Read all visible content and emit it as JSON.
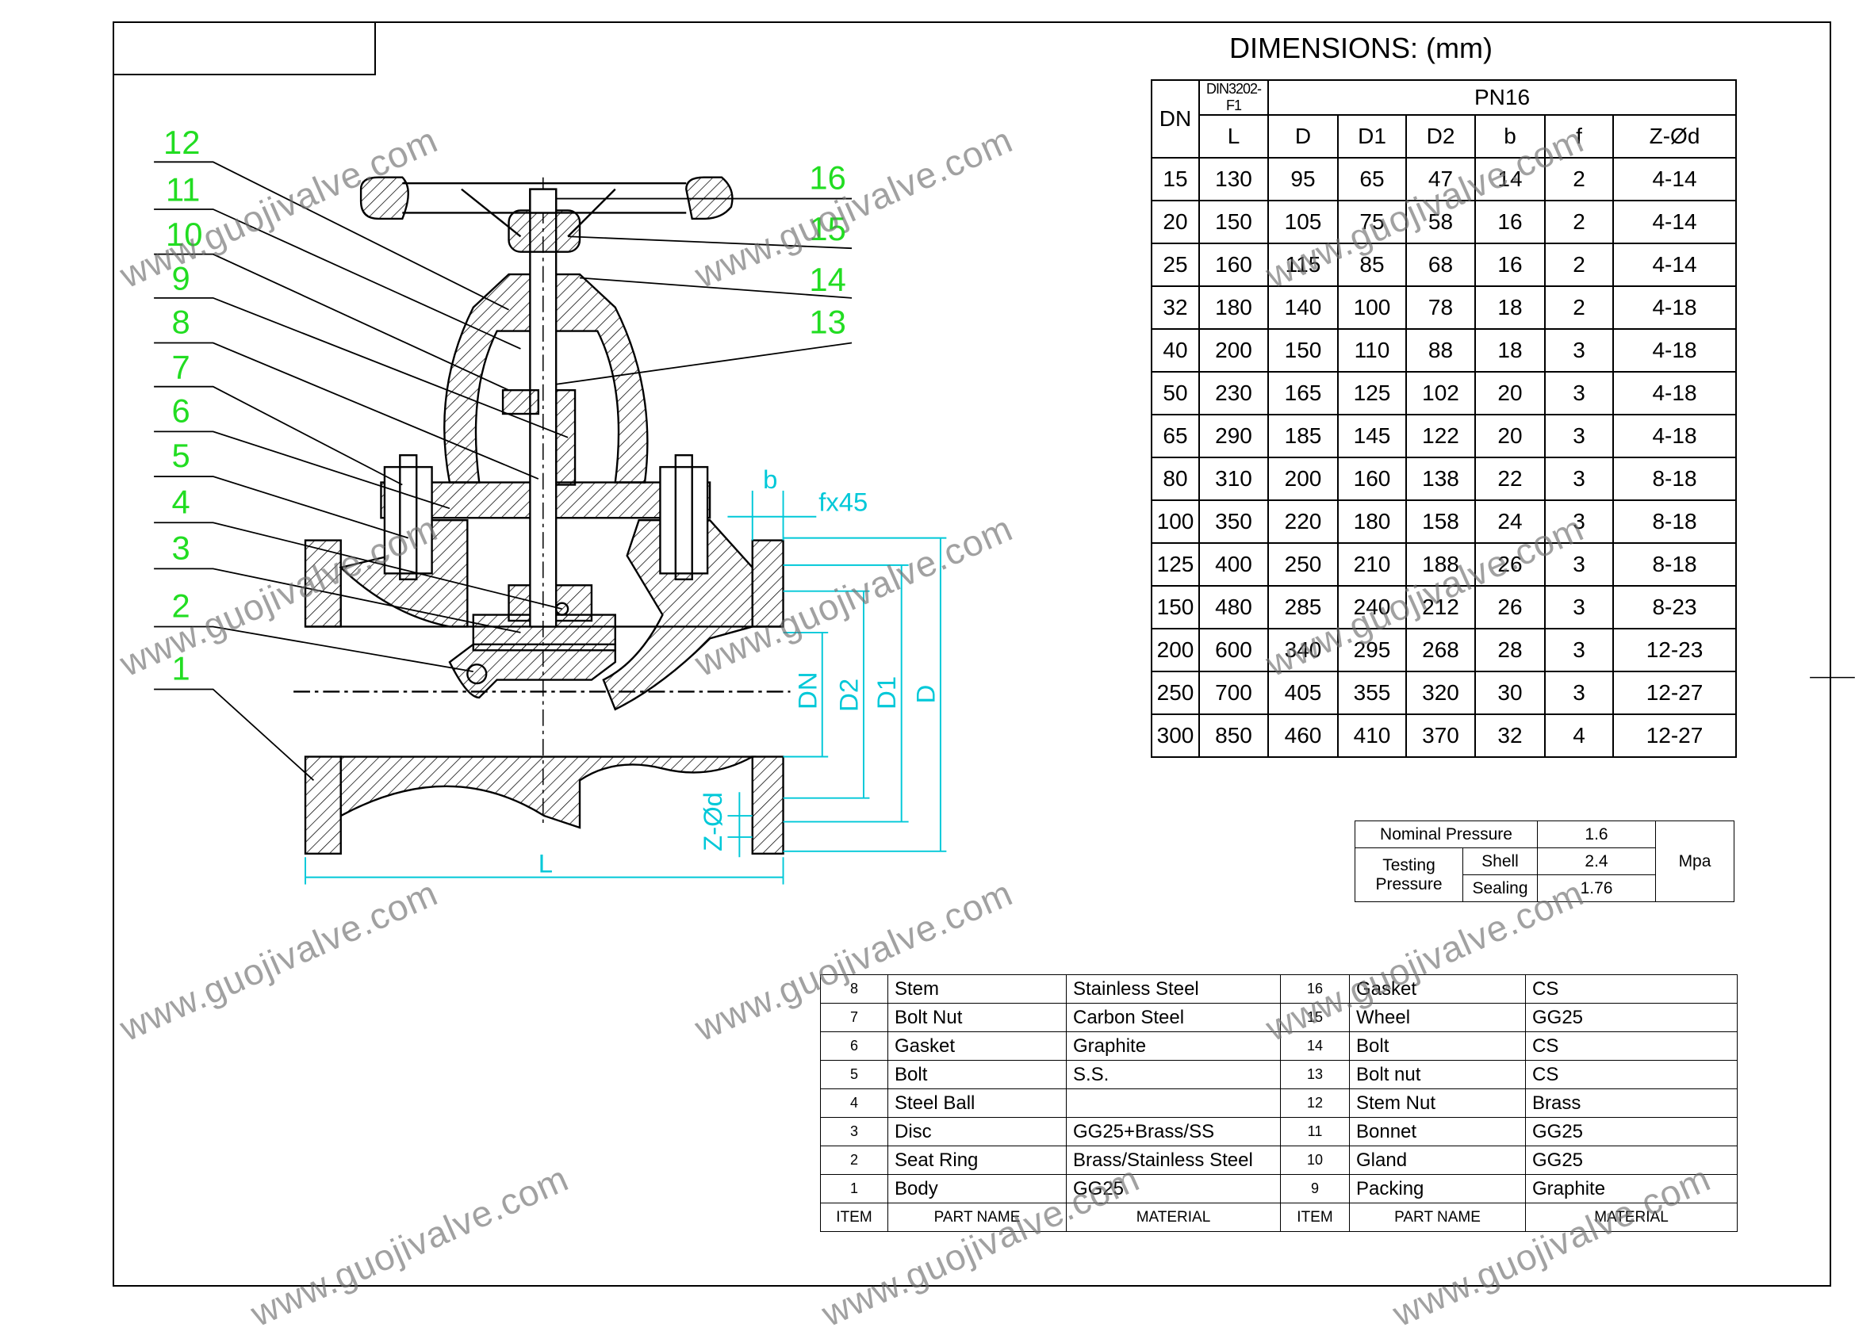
{
  "title": "DIMENSIONS: (mm)",
  "dimensions_table": {
    "header_dn": "DN",
    "header_standard": "DIN3202-F1",
    "header_pressure": "PN16",
    "columns": [
      "L",
      "D",
      "D1",
      "D2",
      "b",
      "f",
      "Z-Ød"
    ],
    "rows": [
      [
        "15",
        "130",
        "95",
        "65",
        "47",
        "14",
        "2",
        "4-14"
      ],
      [
        "20",
        "150",
        "105",
        "75",
        "58",
        "16",
        "2",
        "4-14"
      ],
      [
        "25",
        "160",
        "115",
        "85",
        "68",
        "16",
        "2",
        "4-14"
      ],
      [
        "32",
        "180",
        "140",
        "100",
        "78",
        "18",
        "2",
        "4-18"
      ],
      [
        "40",
        "200",
        "150",
        "110",
        "88",
        "18",
        "3",
        "4-18"
      ],
      [
        "50",
        "230",
        "165",
        "125",
        "102",
        "20",
        "3",
        "4-18"
      ],
      [
        "65",
        "290",
        "185",
        "145",
        "122",
        "20",
        "3",
        "4-18"
      ],
      [
        "80",
        "310",
        "200",
        "160",
        "138",
        "22",
        "3",
        "8-18"
      ],
      [
        "100",
        "350",
        "220",
        "180",
        "158",
        "24",
        "3",
        "8-18"
      ],
      [
        "125",
        "400",
        "250",
        "210",
        "188",
        "26",
        "3",
        "8-18"
      ],
      [
        "150",
        "480",
        "285",
        "240",
        "212",
        "26",
        "3",
        "8-23"
      ],
      [
        "200",
        "600",
        "340",
        "295",
        "268",
        "28",
        "3",
        "12-23"
      ],
      [
        "250",
        "700",
        "405",
        "355",
        "320",
        "30",
        "3",
        "12-27"
      ],
      [
        "300",
        "850",
        "460",
        "410",
        "370",
        "32",
        "4",
        "12-27"
      ]
    ]
  },
  "pressure_table": {
    "nominal_label": "Nominal Pressure",
    "nominal_value": "1.6",
    "testing_label": "Testing Pressure",
    "shell_label": "Shell",
    "shell_value": "2.4",
    "sealing_label": "Sealing",
    "sealing_value": "1.76",
    "unit": "Mpa"
  },
  "parts_table": {
    "header": {
      "item": "ITEM",
      "part_name": "PART NAME",
      "material": "MATERIAL"
    },
    "left": [
      {
        "item": "8",
        "name": "Stem",
        "material": "Stainless Steel"
      },
      {
        "item": "7",
        "name": "Bolt Nut",
        "material": "Carbon Steel"
      },
      {
        "item": "6",
        "name": "Gasket",
        "material": "Graphite"
      },
      {
        "item": "5",
        "name": "Bolt",
        "material": "S.S."
      },
      {
        "item": "4",
        "name": "Steel Ball",
        "material": ""
      },
      {
        "item": "3",
        "name": "Disc",
        "material": "GG25+Brass/SS"
      },
      {
        "item": "2",
        "name": "Seat Ring",
        "material": "Brass/Stainless Steel"
      },
      {
        "item": "1",
        "name": "Body",
        "material": "GG25"
      }
    ],
    "right": [
      {
        "item": "16",
        "name": "Gasket",
        "material": "CS"
      },
      {
        "item": "15",
        "name": "Wheel",
        "material": "GG25"
      },
      {
        "item": "14",
        "name": "Bolt",
        "material": "CS"
      },
      {
        "item": "13",
        "name": "Bolt nut",
        "material": "CS"
      },
      {
        "item": "12",
        "name": "Stem Nut",
        "material": "Brass"
      },
      {
        "item": "11",
        "name": "Bonnet",
        "material": "GG25"
      },
      {
        "item": "10",
        "name": "Gland",
        "material": "GG25"
      },
      {
        "item": "9",
        "name": "Packing",
        "material": "Graphite"
      }
    ]
  },
  "callouts": {
    "left": [
      "12",
      "11",
      "10",
      "9",
      "8",
      "7",
      "6",
      "5",
      "4",
      "3",
      "2",
      "1"
    ],
    "right": [
      "16",
      "15",
      "14",
      "13"
    ]
  },
  "dimension_labels": {
    "b": "b",
    "fx45": "fx45",
    "DN": "DN",
    "D2": "D2",
    "D1": "D1",
    "D": "D",
    "Zd": "Z-Ød",
    "L": "L"
  },
  "watermark": "www.guojivalve.com",
  "colors": {
    "callout": "#22dd22",
    "dimension": "#00c8d8",
    "line": "#000000"
  }
}
